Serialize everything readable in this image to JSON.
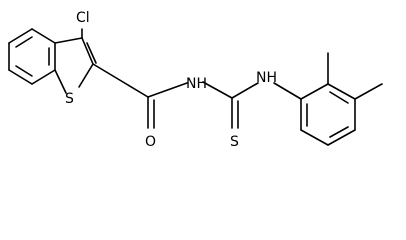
{
  "molecule": {
    "atoms": {
      "cl": "Cl",
      "s_ring": "S",
      "o": "O",
      "nh_1": "NH",
      "nh_2": "NH",
      "s_thio": "S"
    }
  }
}
